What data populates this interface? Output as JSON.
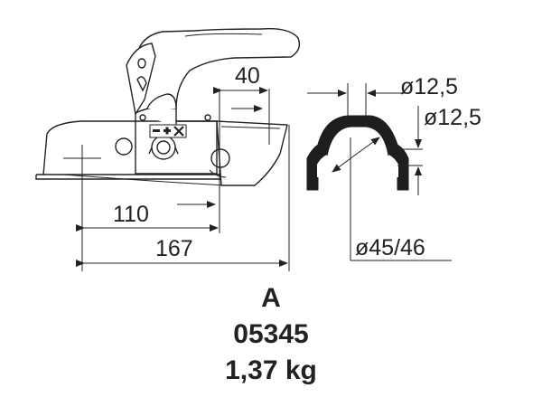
{
  "dimensions": {
    "handle_offset": "40",
    "to_bolt_hole": "110",
    "overall_length": "167",
    "bolt_hole_top": "ø12,5",
    "bolt_hole_side": "ø12,5",
    "ball_diameter": "ø45/46"
  },
  "caption": {
    "model_letter": "A",
    "part_number": "05345",
    "weight": "1,37 kg"
  },
  "colors": {
    "line": "#222222",
    "background": "#ffffff"
  }
}
